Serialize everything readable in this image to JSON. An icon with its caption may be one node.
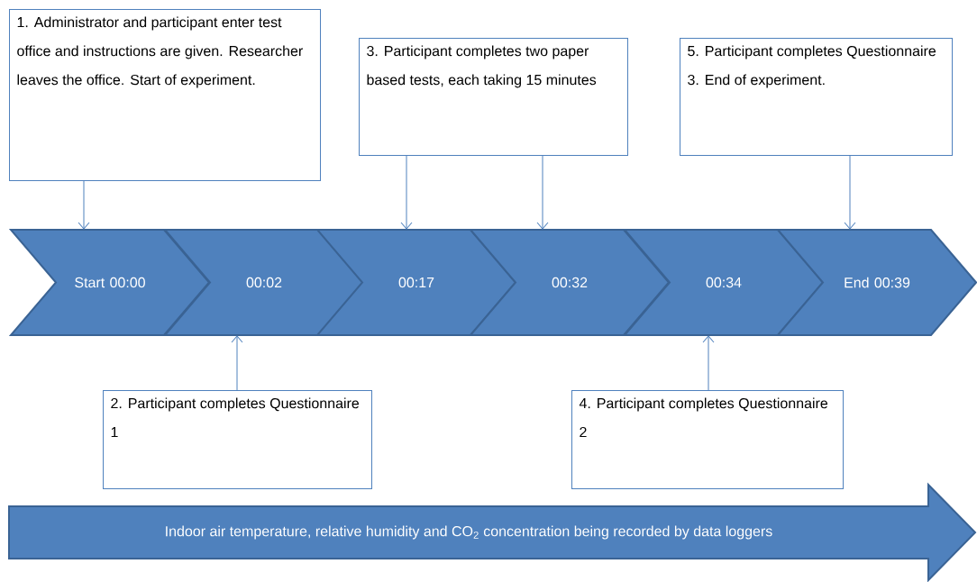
{
  "diagram": {
    "nodes": [
      {
        "text": [
          "1. Administrator and participant enter test office and instructions are given. Researcher leaves the office. Start of experiment."
        ]
      },
      {
        "text": [
          "3. Participant completes two paper based tests, each taking 15 minutes"
        ]
      },
      {
        "text": [
          "5. Participant completes Questionnaire 3. End of experiment."
        ]
      },
      {
        "text": [
          "Start 00:00"
        ]
      },
      {
        "text": [
          "00:02"
        ]
      },
      {
        "text": [
          "00:17"
        ]
      },
      {
        "text": [
          "00:32"
        ]
      },
      {
        "text": [
          "00:34"
        ]
      },
      {
        "text": [
          "End 00:39"
        ]
      },
      {
        "text": [
          "2. Participant completes Questionnaire 1"
        ]
      },
      {
        "text": [
          "4. Participant completes Questionnaire 2"
        ]
      },
      {
        "text": [
          "Indoor air temperature, relative humidity and CO$_{2}$ concentration being recorded by data loggers"
        ]
      }
    ],
    "edges": [
      {
        "from": 0,
        "to": 3,
        "arrow": "to"
      },
      {
        "from": 1,
        "to": 5,
        "arrow": "to"
      },
      {
        "from": 1,
        "to": 6,
        "arrow": "to"
      },
      {
        "from": 2,
        "to": 8,
        "arrow": "to"
      },
      {
        "from": 9,
        "to": 4,
        "arrow": "to"
      },
      {
        "from": 10,
        "to": 7,
        "arrow": "to"
      }
    ]
  }
}
